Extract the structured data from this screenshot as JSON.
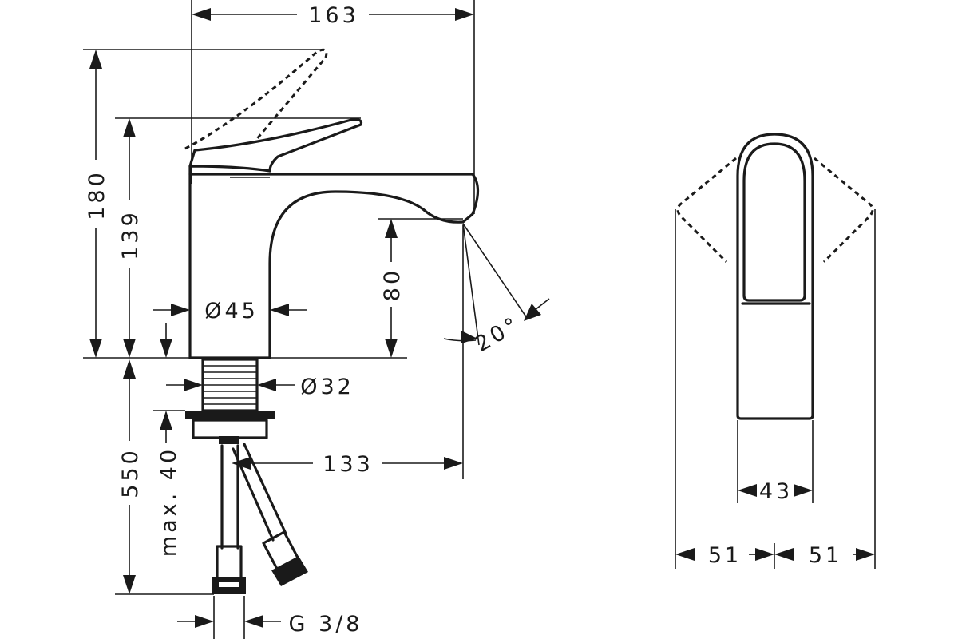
{
  "dimensions": {
    "width_total": "163",
    "height_total": "180",
    "height_lever": "139",
    "spout_height": "80",
    "body_diameter": "Ø45",
    "thread_diameter": "Ø32",
    "spout_angle": "20°",
    "spout_projection": "133",
    "pipe_length": "550",
    "max_thickness": "max. 40",
    "connection": "G 3/8",
    "handle_width": "43",
    "swing_left": "51",
    "swing_right": "51"
  },
  "colors": {
    "line": "#1a1a1a",
    "background": "#ffffff"
  }
}
